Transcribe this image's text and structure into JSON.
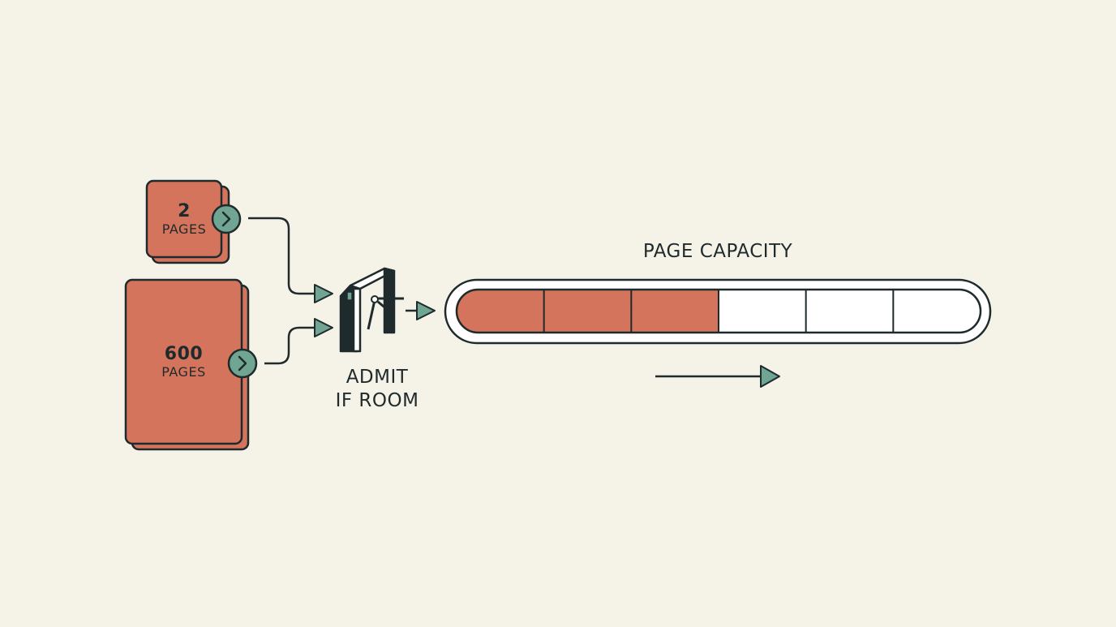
{
  "documents": [
    {
      "id": "small",
      "count": "2",
      "unit": "PAGES"
    },
    {
      "id": "large",
      "count": "600",
      "unit": "PAGES"
    }
  ],
  "gate": {
    "line1": "ADMIT",
    "line2": "IF ROOM"
  },
  "capacity": {
    "title": "PAGE CAPACITY",
    "total_segments": 6,
    "filled_segments": 3,
    "fill_fraction": 0.5
  },
  "colors": {
    "background": "#f5f2e8",
    "document_fill": "#d4745c",
    "ink": "#1f2a2c",
    "accent": "#6fa592",
    "segment_empty": "#ffffff"
  },
  "icons": [
    "chevron-right-icon",
    "turnstile-icon",
    "arrow-right-icon"
  ]
}
